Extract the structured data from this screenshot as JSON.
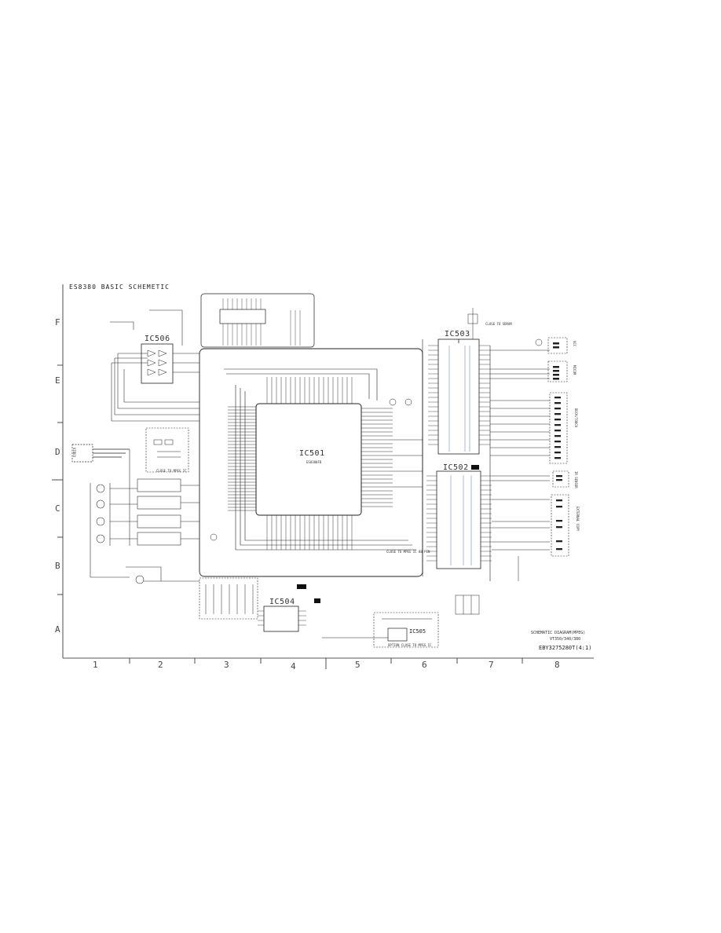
{
  "sheet": {
    "title": "ES8380 BASIC SCHEMETIC",
    "rows": [
      "F",
      "E",
      "D",
      "C",
      "B",
      "A"
    ],
    "columns": [
      "1",
      "2",
      "3",
      "4",
      "5",
      "6",
      "7",
      "8"
    ]
  },
  "ics": {
    "ic501": {
      "name": "IC501",
      "part": "ES8380FB"
    },
    "ic502": {
      "name": "IC502"
    },
    "ic503": {
      "name": "IC503"
    },
    "ic504": {
      "name": "IC504"
    },
    "ic505": {
      "name": "IC505"
    },
    "ic506": {
      "name": "IC506"
    }
  },
  "notes": {
    "close_to_mpeg_ic": "CLOSE TO MPEG IC",
    "close_to_mpeg_ic_pin": "CLOSE TO MPEG IC 88 PIN",
    "close_to_sdram": "CLOSE TO SDRAM",
    "option_close": "OPTION CLOSE TO MPEG IC"
  },
  "connectors": {
    "video": "VIDEO",
    "vcc": "VCC",
    "micom": "MICOM",
    "deck_control": "DECK/TOUCH",
    "ir_sensor": "IR SENSOR",
    "display": "EXTERNAL COPY"
  },
  "title_block": {
    "line1": "SCHEMATIC DIAGRAM(MPEG)",
    "line2": "VT350/340/380",
    "doc_number": "EBY3275280T(4:1)"
  }
}
